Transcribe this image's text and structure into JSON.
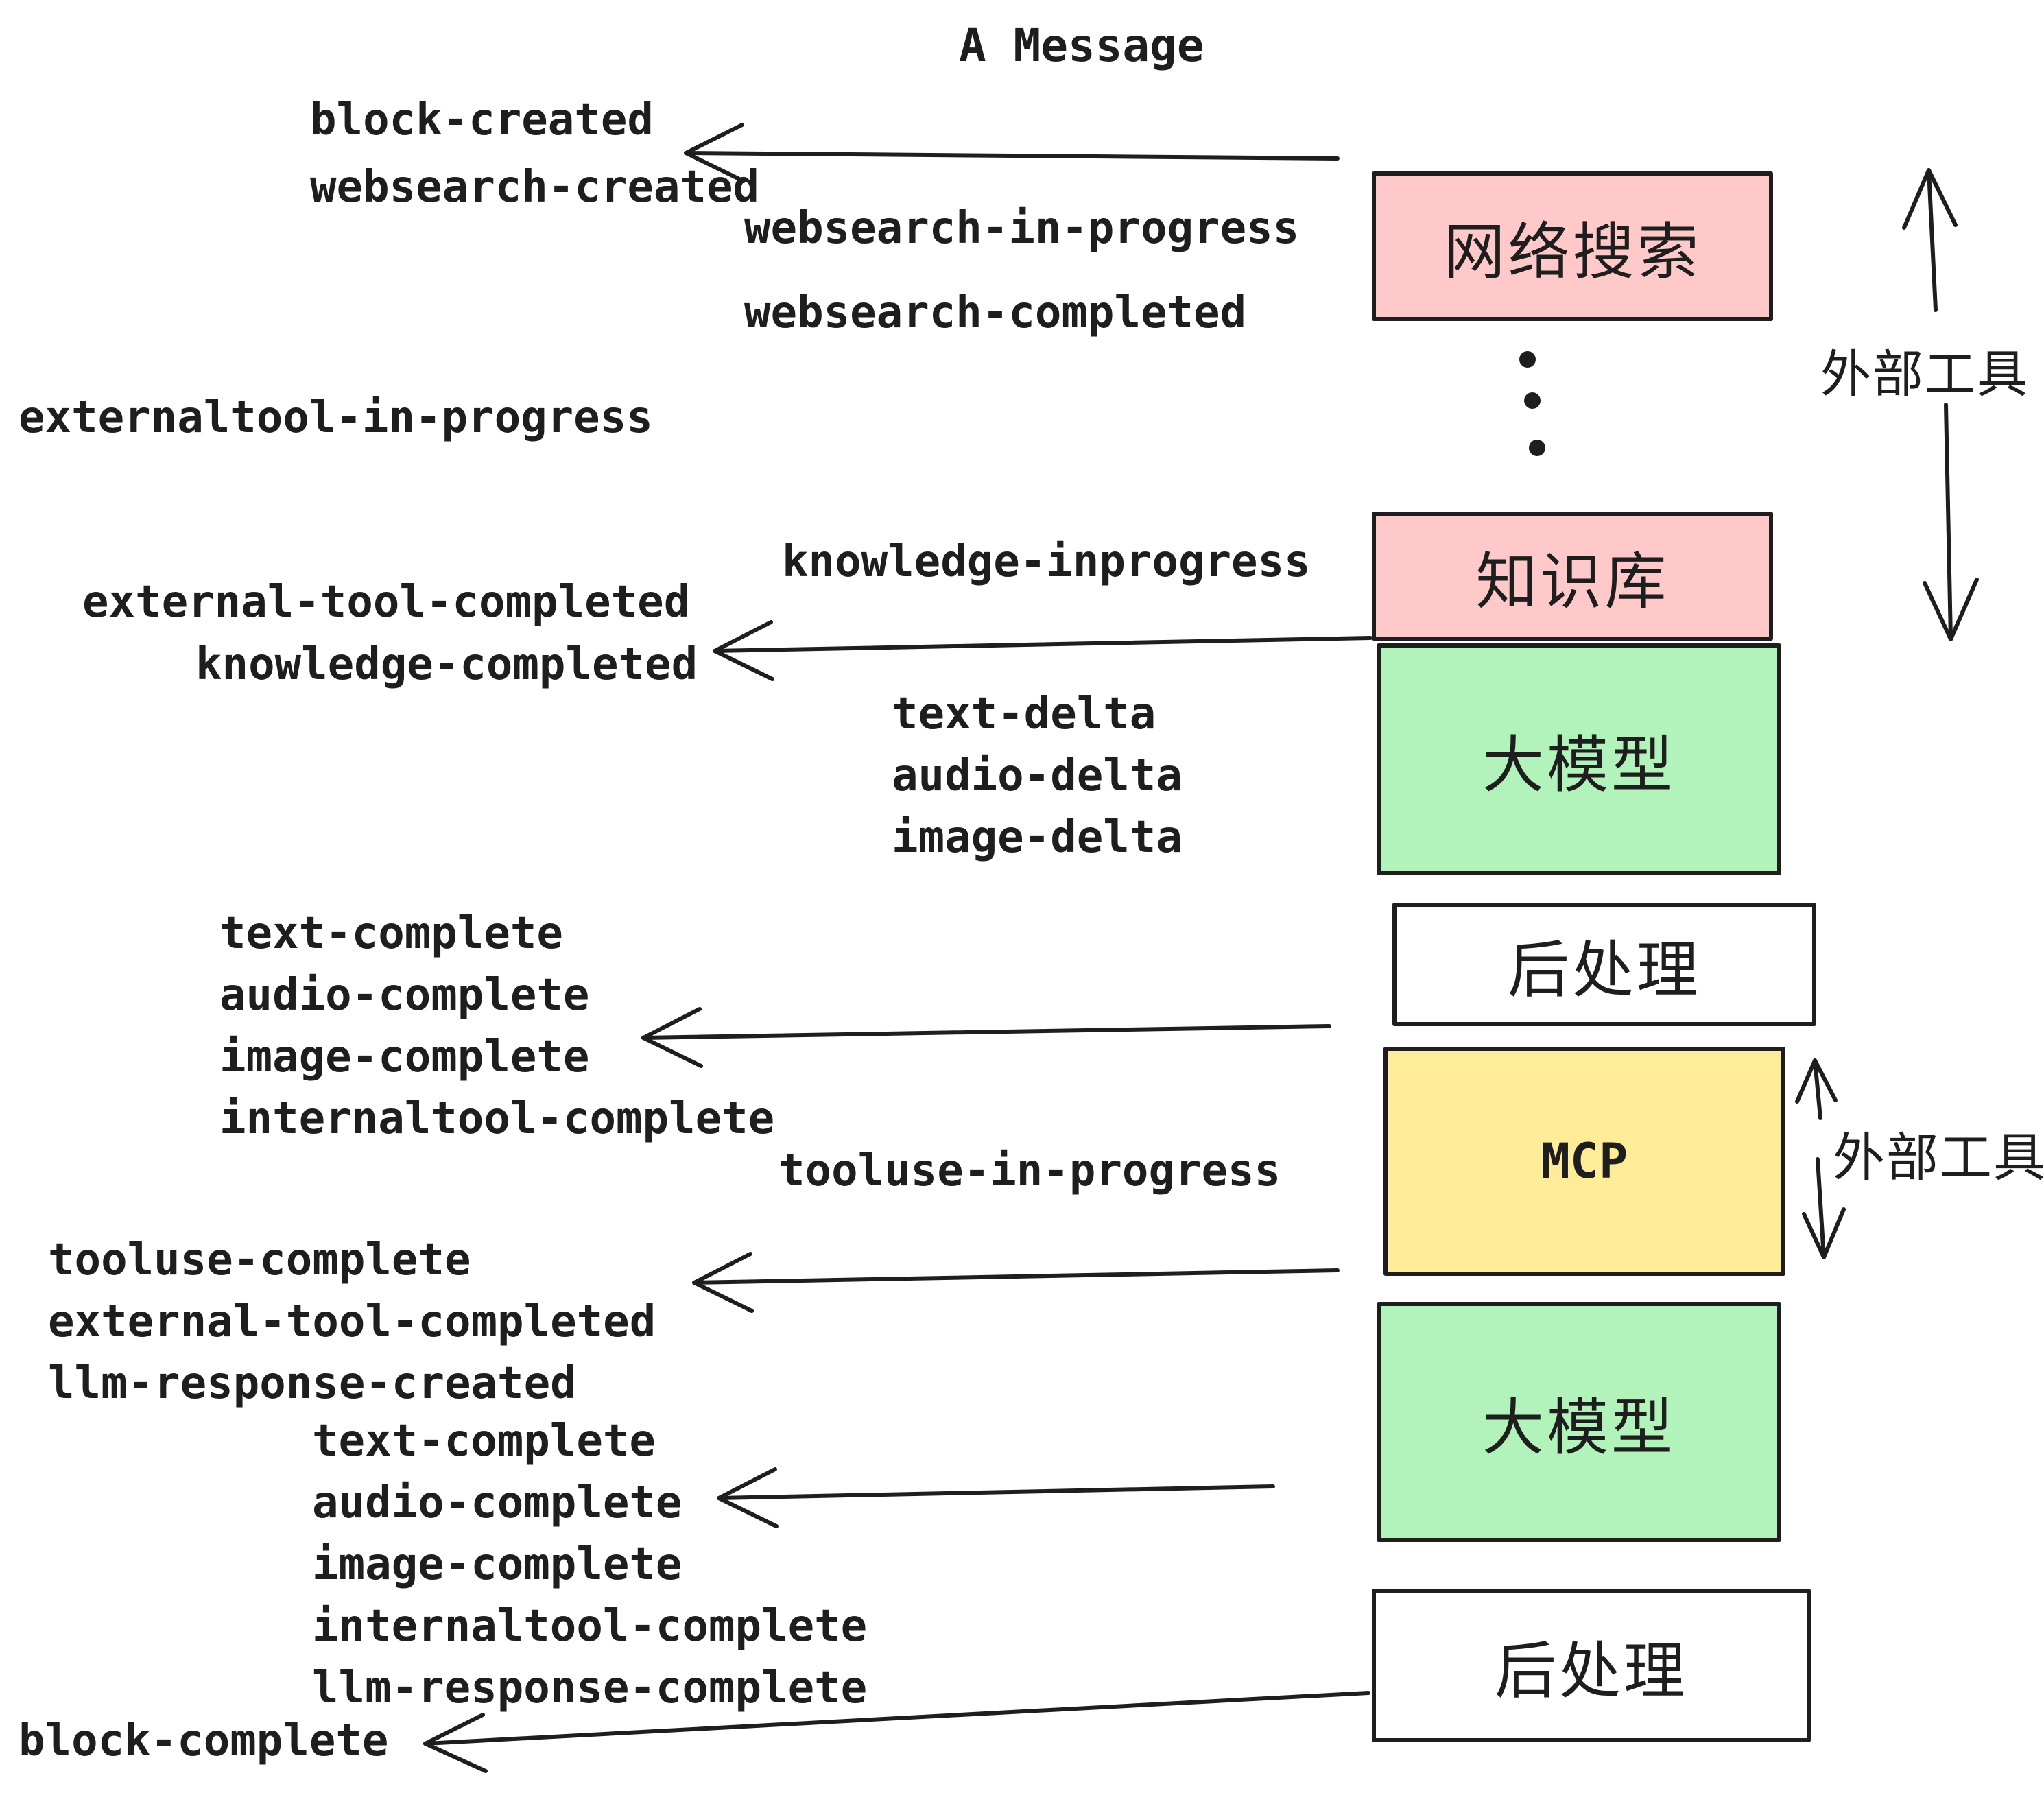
{
  "title": "A Message",
  "colors": {
    "pink": "#ffc9c9",
    "green": "#b2f2bb",
    "yellow": "#ffec99",
    "white": "#ffffff",
    "stroke": "#1e1e1e",
    "background": "#ffffff"
  },
  "boxes": {
    "websearch": "网络搜索",
    "knowledge": "知识库",
    "llm1": "大模型",
    "post1": "后处理",
    "mcp": "MCP",
    "llm2": "大模型",
    "post2": "后处理"
  },
  "events": {
    "block_created": "block-created",
    "websearch_created": "websearch-created",
    "websearch_in_progress": "websearch-in-progress",
    "websearch_completed": "websearch-completed",
    "externaltool_in_progress": "externaltool-in-progress",
    "knowledge_inprogress": "knowledge-inprogress",
    "external_tool_completed_1": "external-tool-completed",
    "knowledge_completed": "knowledge-completed",
    "text_delta_1": "text-delta",
    "audio_delta_1": "audio-delta",
    "image_delta_1": "image-delta",
    "text_complete_1": "text-complete",
    "audio_complete_1": "audio-complete",
    "image_complete_1": "image-complete",
    "internaltool_complete_1": "internaltool-complete",
    "tooluse_in_progress": "tooluse-in-progress",
    "tooluse_complete": "tooluse-complete",
    "external_tool_completed_2": "external-tool-completed",
    "llm_response_created": "llm-response-created",
    "text_complete_2": "text-complete",
    "audio_complete_2": "audio-complete",
    "image_complete_2": "image-complete",
    "internaltool_complete_2": "internaltool-complete",
    "llm_response_complete": "llm-response-complete",
    "block_complete": "block-complete"
  },
  "annotations": {
    "external_tools_top": "外部工具",
    "external_tools_mid": "外部工具"
  }
}
